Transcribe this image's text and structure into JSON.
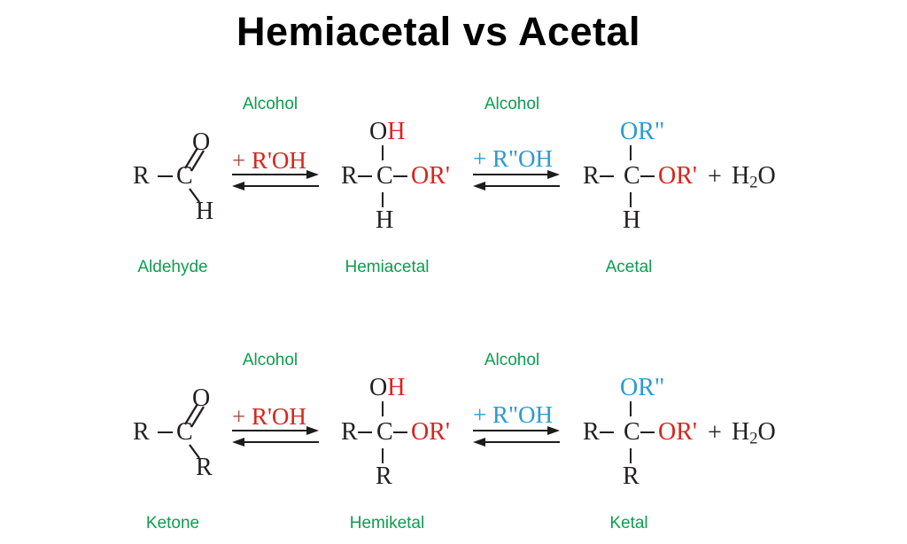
{
  "title": "Hemiacetal vs Acetal",
  "colors": {
    "ink": "#231f20",
    "red": "#d7251d",
    "red_plus": "#a84b42",
    "blue": "#2a9ad6",
    "green": "#0c9d4e"
  },
  "rows": [
    {
      "start_label": "Aldehyde",
      "mid_label": "Hemiacetal",
      "end_label": "Acetal",
      "step1": {
        "alcohol": "Alcohol",
        "plus": "+",
        "reagent": "R'OH"
      },
      "step2": {
        "alcohol": "Alcohol",
        "plus": "+",
        "reagent": "R\"OH"
      },
      "start": {
        "left": "R",
        "center": "C",
        "carbonyl": "O",
        "lower": "H"
      },
      "mid": {
        "top_o": "O",
        "top_h": "H",
        "left": "R",
        "center": "C",
        "right": "OR'",
        "bottom": "H"
      },
      "end": {
        "top": "OR\"",
        "left": "R",
        "center": "C",
        "right": "OR'",
        "bottom": "H"
      },
      "water": {
        "plus": "+",
        "h": "H",
        "sub": "2",
        "o": "O"
      }
    },
    {
      "start_label": "Ketone",
      "mid_label": "Hemiketal",
      "end_label": "Ketal",
      "step1": {
        "alcohol": "Alcohol",
        "plus": "+",
        "reagent": "R'OH"
      },
      "step2": {
        "alcohol": "Alcohol",
        "plus": "+",
        "reagent": "R\"OH"
      },
      "start": {
        "left": "R",
        "center": "C",
        "carbonyl": "O",
        "lower": "R"
      },
      "mid": {
        "top_o": "O",
        "top_h": "H",
        "left": "R",
        "center": "C",
        "right": "OR'",
        "bottom": "R"
      },
      "end": {
        "top": "OR\"",
        "left": "R",
        "center": "C",
        "right": "OR'",
        "bottom": "R"
      },
      "water": {
        "plus": "+",
        "h": "H",
        "sub": "2",
        "o": "O"
      }
    }
  ]
}
